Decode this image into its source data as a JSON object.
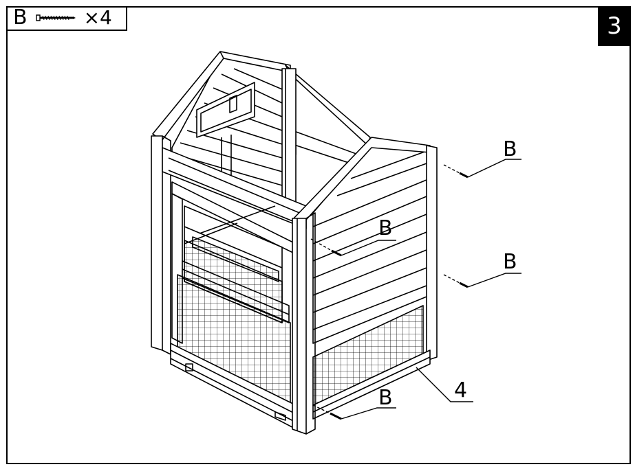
{
  "header": {
    "hardware_letter": "B",
    "hardware_icon": "screw-icon",
    "quantity": "×4"
  },
  "step_number": "3",
  "callouts": {
    "screw_top_right": "B",
    "screw_mid_right": "B",
    "screw_center": "B",
    "screw_bottom": "B",
    "part": "4"
  },
  "colors": {
    "ink": "#000000",
    "paper": "#ffffff"
  }
}
